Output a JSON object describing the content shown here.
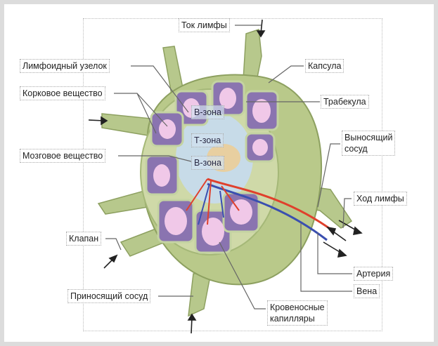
{
  "labels": {
    "lymph_flow_in": "Ток лимфы",
    "lymphoid_nodule": "Лимфоидный узелок",
    "cortex": "Корковое вещество",
    "medulla": "Мозговое вещество",
    "b_zone_1": "В-зона",
    "t_zone": "Т-зона",
    "b_zone_2": "В-зона",
    "capsule": "Капсула",
    "trabecula": "Трабекула",
    "efferent_vessel_1": "Выносящий",
    "efferent_vessel_2": "сосуд",
    "lymph_flow_out": "Ход лимфы",
    "valve": "Клапан",
    "artery": "Артерия",
    "vein": "Вена",
    "afferent_vessel": "Приносящий сосуд",
    "capillaries_1": "Кровеносные",
    "capillaries_2": "капилляры"
  },
  "colors": {
    "capsule": "#b9c98a",
    "cortex_nodule": "#8a74b0",
    "germinal_center": "#f0c8e8",
    "medulla": "#c7dbe8",
    "artery": "#e0402c",
    "vein": "#3a4fb0"
  }
}
